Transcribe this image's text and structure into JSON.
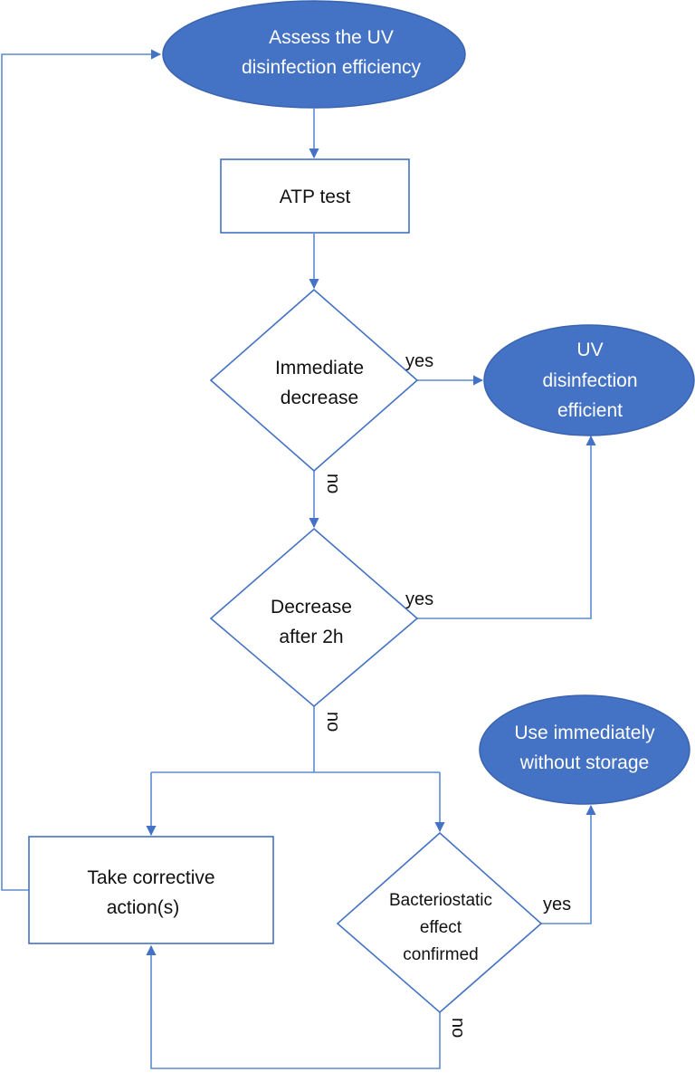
{
  "colors": {
    "ellipse_fill": "#4472C4",
    "stroke": "#4472C4",
    "line": "#5B8BD0",
    "white": "#ffffff"
  },
  "nodes": {
    "start": {
      "line1": "Assess the UV",
      "line2": "disinfection efficiency"
    },
    "atp": {
      "label": "ATP test"
    },
    "immediate": {
      "line1": "Immediate",
      "line2": "decrease"
    },
    "efficient": {
      "line1": "UV",
      "line2": "disinfection",
      "line3": "efficient"
    },
    "after2h": {
      "line1": "Decrease",
      "line2": "after 2h"
    },
    "use_now": {
      "line1": "Use immediately",
      "line2": "without storage"
    },
    "corrective": {
      "line1": "Take corrective",
      "line2": "action(s)"
    },
    "bacterio": {
      "line1": "Bacteriostatic",
      "line2": "effect",
      "line3": "confirmed"
    }
  },
  "edges": {
    "immediate_yes": "yes",
    "immediate_no": "no",
    "after2h_yes": "yes",
    "after2h_no": "no",
    "bacterio_yes": "yes",
    "bacterio_no": "no"
  }
}
